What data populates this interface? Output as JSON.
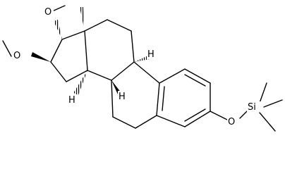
{
  "molecule": {
    "atoms": {
      "o_top": "O",
      "o_left": "O",
      "o_right": "O",
      "si": "Si",
      "h_c9": "H",
      "h_c8": "H",
      "h_c14": "H"
    },
    "colors": {
      "background": "#ffffff",
      "ink": "#000000"
    }
  }
}
